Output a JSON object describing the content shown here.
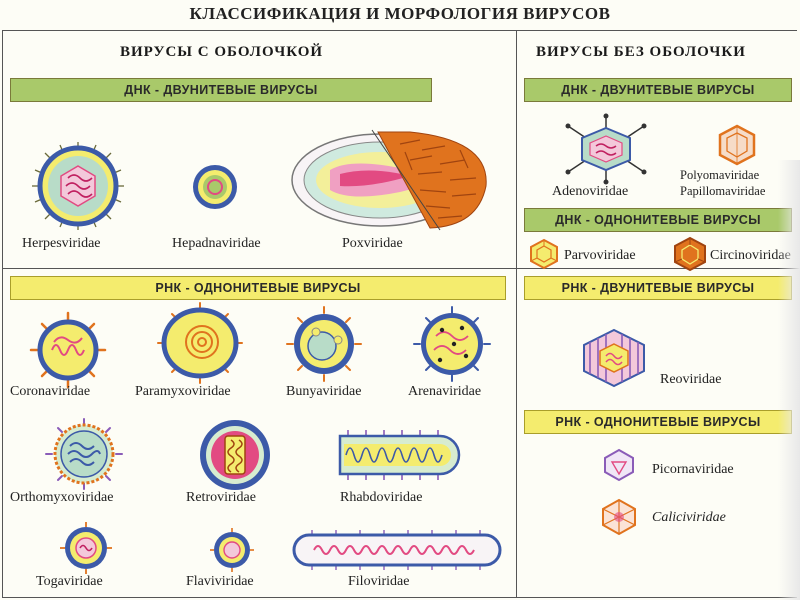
{
  "title": "КЛАССИФИКАЦИЯ И МОРФОЛОГИЯ ВИРУСОВ",
  "left_section": {
    "heading": "ВИРУСЫ С ОБОЛОЧКОЙ",
    "dna_ds_bar": "ДНК - ДВУНИТЕВЫЕ ВИРУСЫ",
    "dna_ds_viruses": [
      "Herpesviridae",
      "Hepadnaviridae",
      "Poxviridae"
    ],
    "rna_ss_bar": "РНК - ОДНОНИТЕВЫЕ ВИРУСЫ",
    "rna_ss_viruses": [
      "Coronaviridae",
      "Paramyxoviridae",
      "Bunyaviridae",
      "Arenaviridae",
      "Orthomyxoviridae",
      "Retroviridae",
      "Rhabdoviridae",
      "Togaviridae",
      "Flaviviridae",
      "Filoviridae"
    ]
  },
  "right_section": {
    "heading": "ВИРУСЫ БЕЗ ОБОЛОЧКИ",
    "dna_ds_bar": "ДНК - ДВУНИТЕВЫЕ ВИРУСЫ",
    "dna_ds_viruses": [
      "Adenoviridae",
      "Polyomaviridae",
      "Papillomaviridae"
    ],
    "dna_ss_bar": "ДНК - ОДНОНИТЕВЫЕ ВИРУСЫ",
    "dna_ss_viruses": [
      "Parvoviridae",
      "Circinoviridae"
    ],
    "rna_ds_bar": "РНК - ДВУНИТЕВЫЕ ВИРУСЫ",
    "rna_ds_viruses": [
      "Reoviridae"
    ],
    "rna_ss_bar": "РНК - ОДНОНИТЕВЫЕ ВИРУСЫ",
    "rna_ss_viruses": [
      "Picornaviridae",
      "Caliciviridae"
    ]
  },
  "colors": {
    "green_bar": "#a9c96a",
    "yellow_bar": "#f4ec6e",
    "envelope_blue": "#3c5aa8",
    "capsid_orange": "#e0731e",
    "genome_pink": "#e24a82"
  }
}
